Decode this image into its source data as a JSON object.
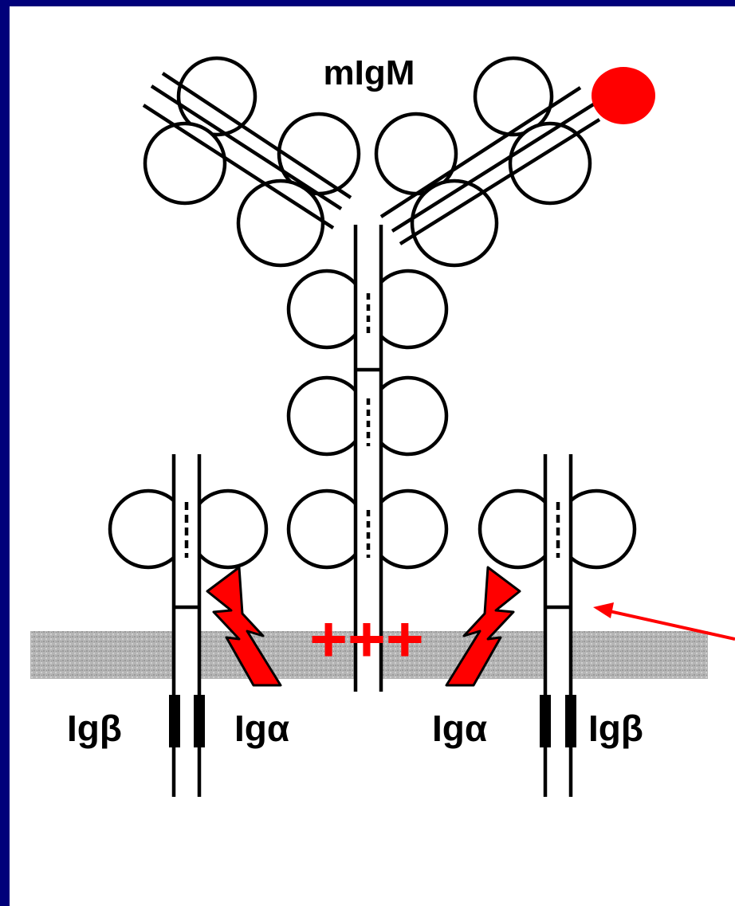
{
  "diagram": {
    "title": "mIgM",
    "labels": {
      "ig_beta_left": "Igβ",
      "ig_alpha_left": "Igα",
      "ig_alpha_right": "Igα",
      "ig_beta_right": "Igβ"
    },
    "signal_text": "+++",
    "colors": {
      "background": "#00007a",
      "panel": "#ffffff",
      "signal": "#ff0000",
      "membrane": "#b8b8b8",
      "line": "#000000"
    }
  }
}
